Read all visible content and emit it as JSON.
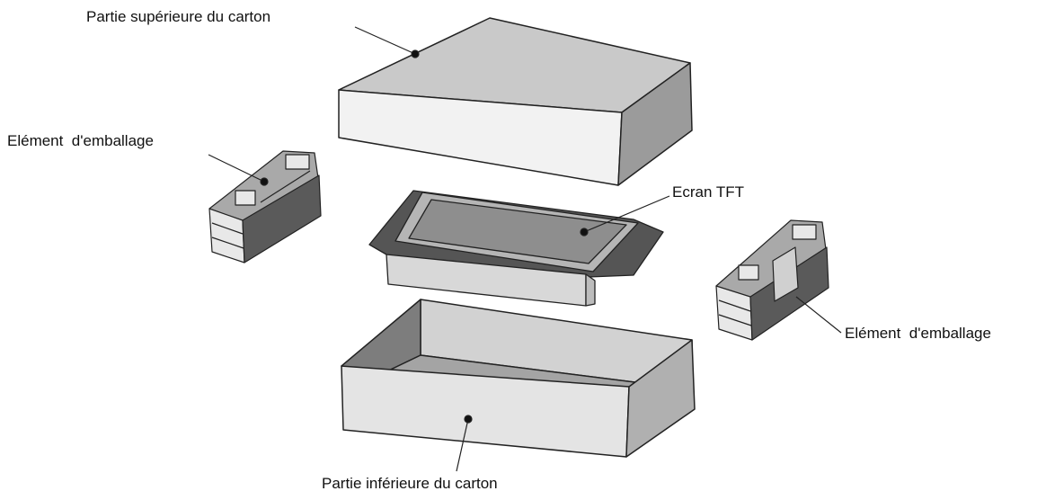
{
  "labels": {
    "top_box": "Partie supérieure du carton",
    "packing_left": "Elément  d'emballage",
    "screen": "Ecran TFT",
    "packing_right": "Elément  d'emballage",
    "bottom_box": "Partie inférieure du carton"
  },
  "colors": {
    "line": "#222222",
    "box_top_face": "#c9c9c9",
    "box_front_face": "#f2f2f2",
    "box_side_face": "#9b9b9b",
    "screen_face": "#8e8e8e",
    "tray_front": "#d8d8d8",
    "tray_dark": "#555555",
    "bottom_inner": "#a4a4a4",
    "bottom_back_wall": "#d2d2d2",
    "bottom_left_wall": "#7d7d7d",
    "bottom_front": "#e4e4e4",
    "bottom_side": "#b0b0b0",
    "packing_light": "#e8e8e8",
    "packing_mid": "#a9a9a9",
    "packing_dark": "#5a5a5a"
  }
}
